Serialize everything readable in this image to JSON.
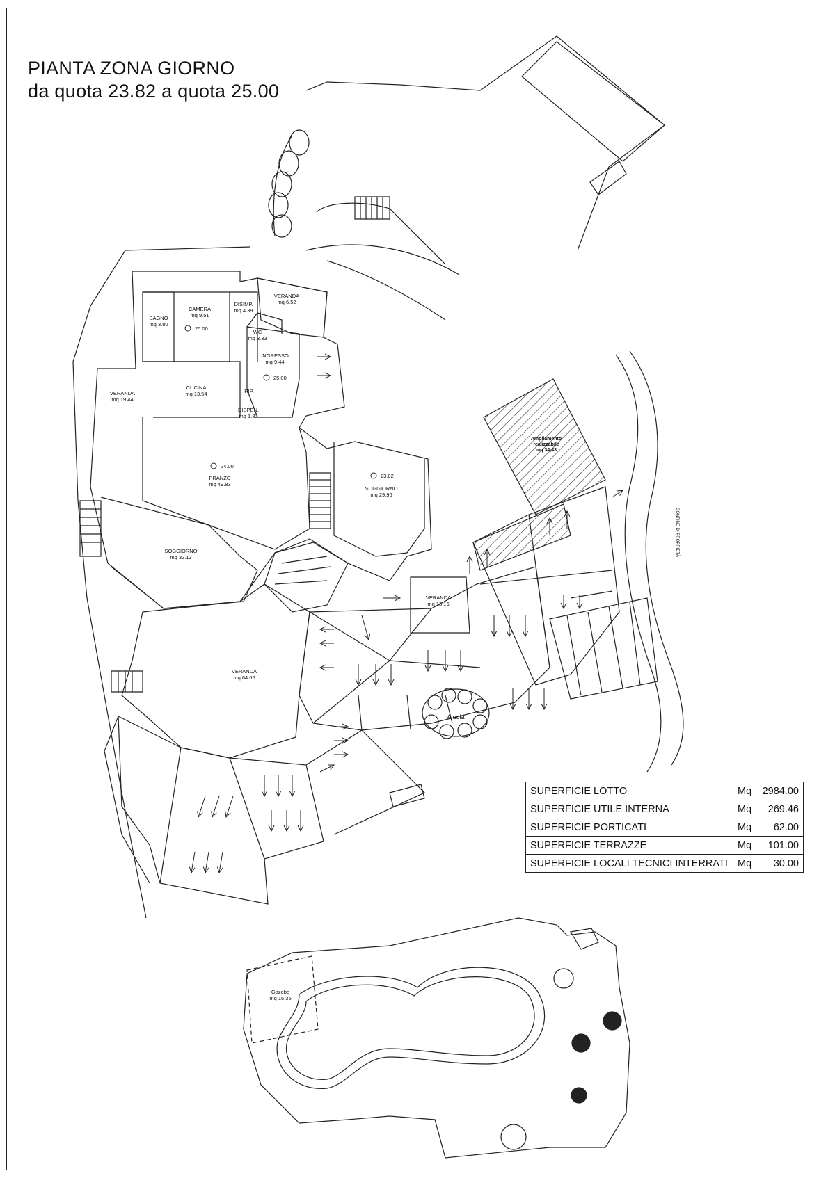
{
  "title": {
    "line1": "PIANTA ZONA GIORNO",
    "line2": "da quota 23.82 a quota 25.00"
  },
  "rooms": [
    {
      "id": "bagno",
      "name": "BAGNO",
      "area": "mq 3.80"
    },
    {
      "id": "camera",
      "name": "CAMERA",
      "area": "mq 9.51"
    },
    {
      "id": "disimp",
      "name": "DISIMP.",
      "area": "mq 4.39"
    },
    {
      "id": "veranda-top",
      "name": "VERANDA",
      "area": "mq 6.52"
    },
    {
      "id": "wc",
      "name": "WC",
      "area": "mq 3.33"
    },
    {
      "id": "ingresso",
      "name": "INGRESSO",
      "area": "mq 9.44"
    },
    {
      "id": "veranda-left",
      "name": "VERANDA",
      "area": "mq 19.44"
    },
    {
      "id": "cucina",
      "name": "CUCINA",
      "area": "mq 13.54"
    },
    {
      "id": "rip",
      "name": "RIP.",
      "area": ""
    },
    {
      "id": "dispen",
      "name": "DISPEN.",
      "area": "mq 1.82"
    },
    {
      "id": "pranzo",
      "name": "PRANZO",
      "area": "mq 49.83"
    },
    {
      "id": "soggiorno-right",
      "name": "SOGGIORNO",
      "area": "mq 29.96"
    },
    {
      "id": "soggiorno-left",
      "name": "SOGGIORNO",
      "area": "mq 32.13"
    },
    {
      "id": "veranda-mid",
      "name": "VERANDA",
      "area": "mq 13.16"
    },
    {
      "id": "veranda-big",
      "name": "VERANDA",
      "area": "mq 64.66"
    },
    {
      "id": "gazebo",
      "name": "Gazebo",
      "area": "mq 15.35"
    }
  ],
  "levels": [
    {
      "id": "level-camera",
      "value": "25.00"
    },
    {
      "id": "level-ingresso",
      "value": "25.00"
    },
    {
      "id": "level-pranzo",
      "value": "24.00"
    },
    {
      "id": "level-soggiorno",
      "value": "23.82"
    }
  ],
  "annotations": {
    "ampliamento_1": "Ampliamento",
    "ampliamento_2": "realizzabile",
    "ampliamento_3": "mq 34,43",
    "aiuola": "Aiuola",
    "road_label": "CONFINE DI PROPRIETÀ"
  },
  "summary_table": [
    {
      "label": "SUPERFICIE LOTTO",
      "unit": "Mq",
      "value": "2984.00"
    },
    {
      "label": "SUPERFICIE UTILE INTERNA",
      "unit": "Mq",
      "value": "269.46"
    },
    {
      "label": "SUPERFICIE PORTICATI",
      "unit": "Mq",
      "value": "62.00"
    },
    {
      "label": "SUPERFICIE TERRAZZE",
      "unit": "Mq",
      "value": "101.00"
    },
    {
      "label": "SUPERFICIE LOCALI TECNICI INTERRATI",
      "unit": "Mq",
      "value": "30.00"
    }
  ],
  "colors": {
    "line": "#222222",
    "paper": "#ffffff"
  }
}
